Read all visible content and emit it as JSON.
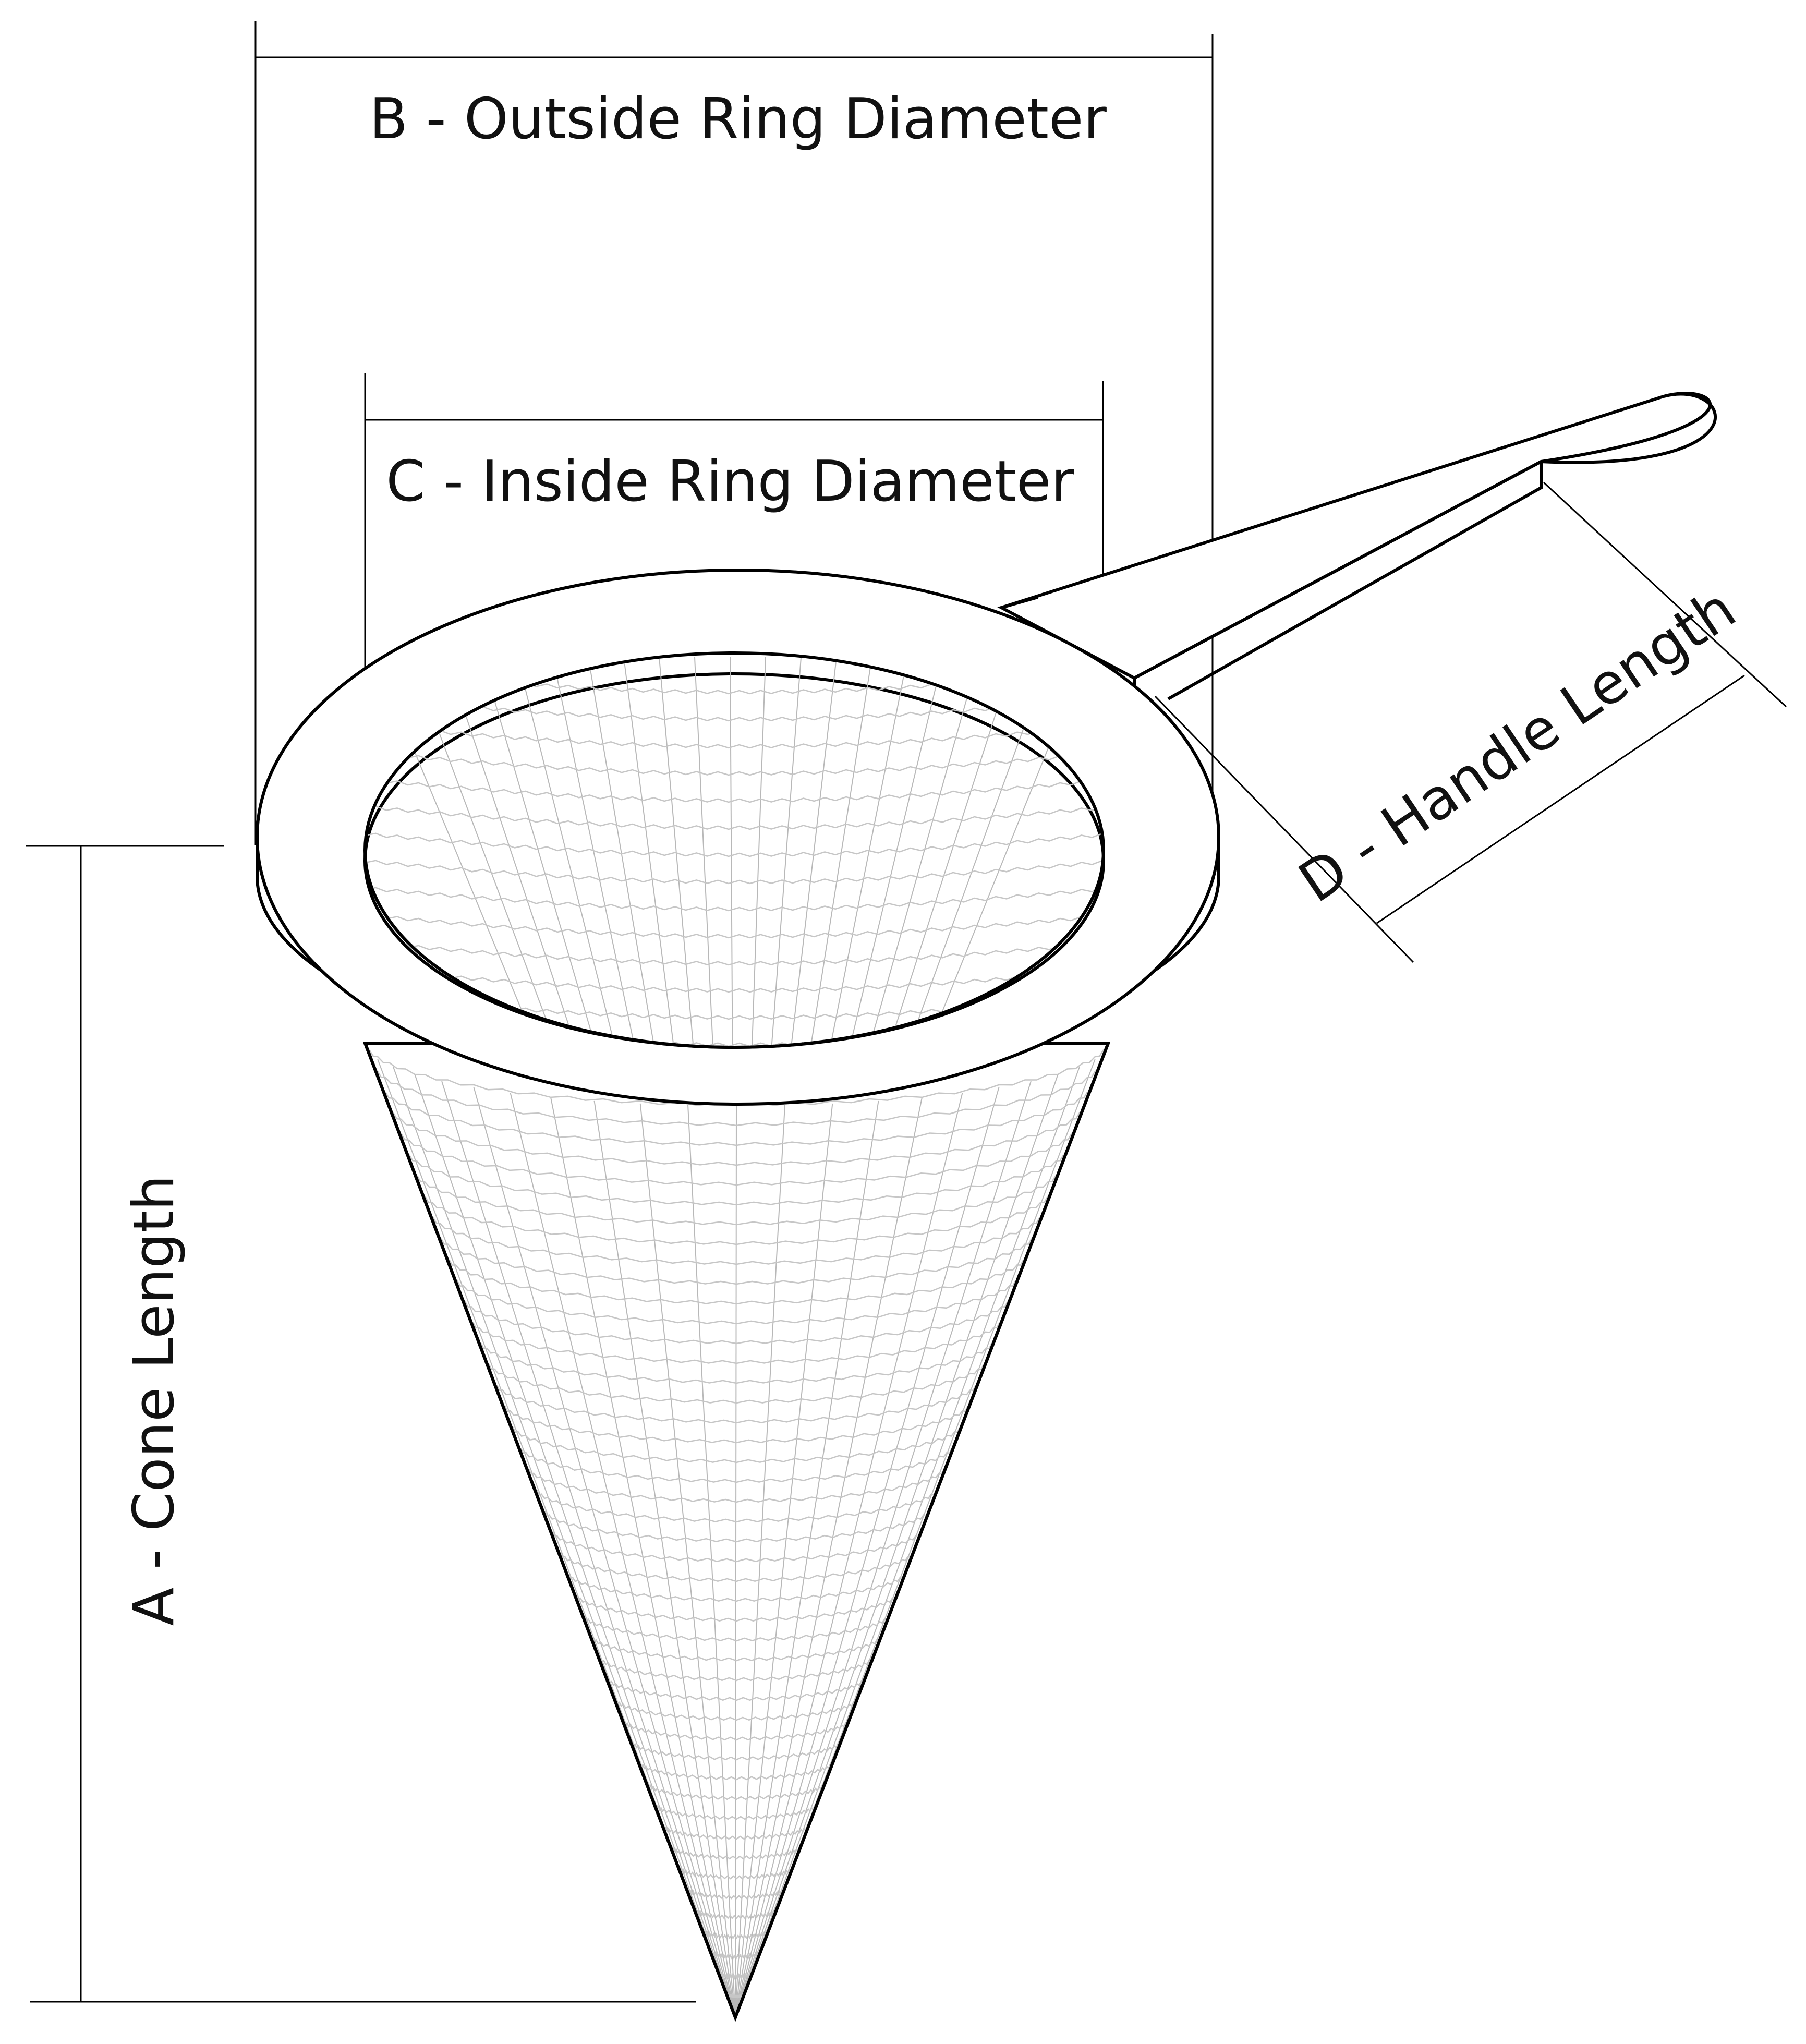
{
  "labels": {
    "outside_ring": "B - Outside Ring Diameter",
    "inside_ring": "C - Inside Ring Diameter",
    "handle": "D - Handle Length",
    "cone": "A - Cone Length"
  }
}
